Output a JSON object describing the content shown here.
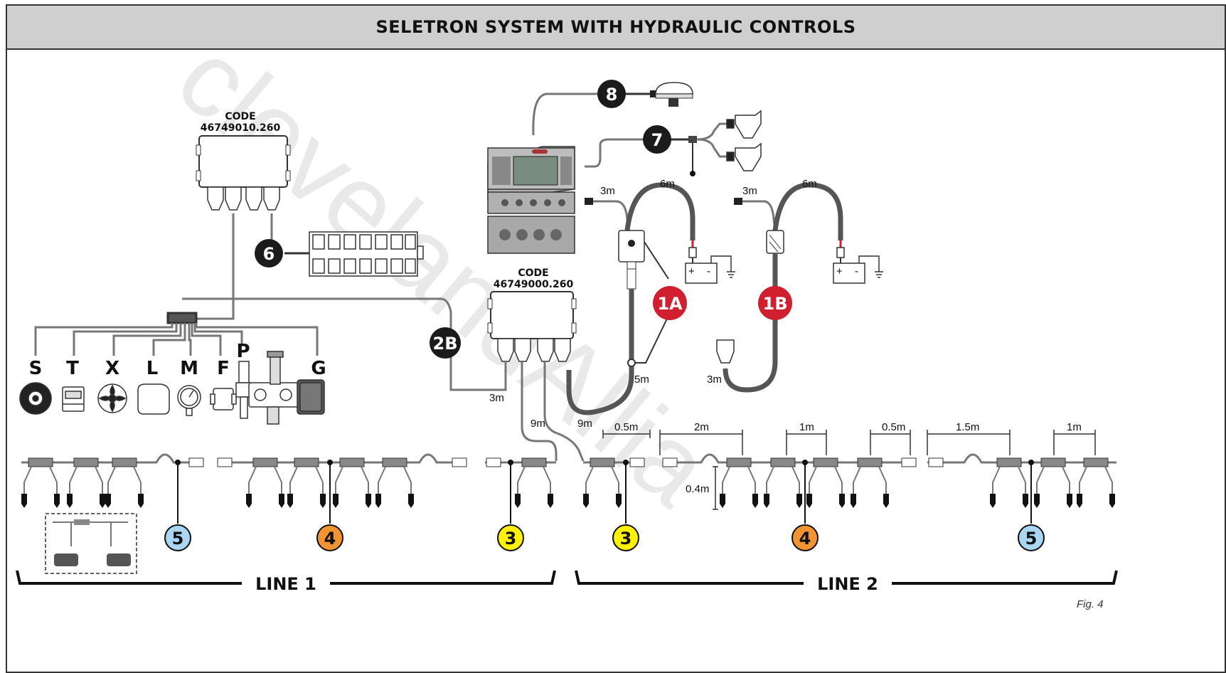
{
  "title": "SELETRON SYSTEM WITH HYDRAULIC CONTROLS",
  "watermark": "clevelandAllia",
  "modules": {
    "upper": {
      "code_label": "CODE",
      "code_number": "46749010.260"
    },
    "lower": {
      "code_label": "CODE",
      "code_number": "46749000.260"
    }
  },
  "sensors": [
    "S",
    "T",
    "X",
    "L",
    "M",
    "F",
    "P",
    "G"
  ],
  "badges": {
    "b8": "8",
    "b7": "7",
    "b6": "6",
    "b1A": "1A",
    "b1B": "1B",
    "b2B": "2B",
    "l1_5": "5",
    "l1_4": "4",
    "l1_3": "3",
    "l2_3": "3",
    "l2_4": "4",
    "l2_5": "5"
  },
  "badge_colors": {
    "dark": "#1b1b1b",
    "red": "#d01f2e",
    "orange": "#f39433",
    "yellow": "#fff200",
    "blue": "#a9d6f2"
  },
  "lengths": {
    "a_3m": "3m",
    "a_6m": "6m",
    "b_3m": "3m",
    "b_6m": "6m",
    "a_5m": "5m",
    "b_3m_low": "3m",
    "c_3m": "3m",
    "c_9m_a": "9m",
    "c_9m_b": "9m",
    "d_05": "0.5m",
    "d_2": "2m",
    "d_1a": "1m",
    "d_05b": "0.5m",
    "d_15": "1.5m",
    "d_1b": "1m",
    "d_04": "0.4m"
  },
  "lines": {
    "line1": "LINE 1",
    "line2": "LINE 2"
  },
  "figure": "Fig. 4"
}
